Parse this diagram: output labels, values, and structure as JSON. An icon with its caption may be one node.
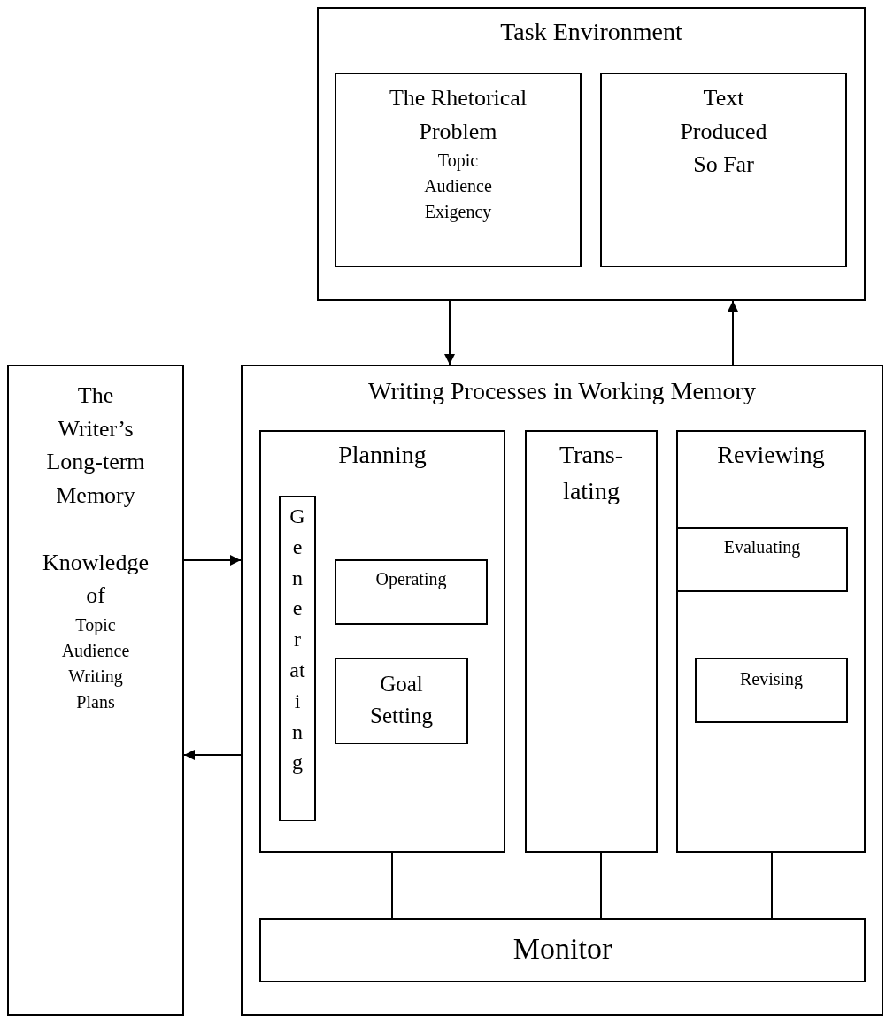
{
  "diagram": {
    "nodes": [
      {
        "text": [
          "Task Environment"
        ]
      },
      {
        "text": [
          "The Rhetorical Problem",
          "Topic",
          "Audience",
          "Exigency"
        ],
        "in": 0
      },
      {
        "text": [
          "Text Produced So Far"
        ],
        "in": 0
      },
      {
        "text": [
          "The Writer’s Long-term Memory",
          "Knowledge of",
          "Topic",
          "Audience",
          "Writing Plans"
        ]
      },
      {
        "text": [
          "Writing Processes in Working Memory"
        ]
      },
      {
        "text": [
          "Planning"
        ],
        "in": 4
      },
      {
        "text": [
          "Generating"
        ],
        "in": 5
      },
      {
        "text": [
          "Operating"
        ],
        "in": 5
      },
      {
        "text": [
          "Goal Setting"
        ],
        "in": 5
      },
      {
        "text": [
          "Trans- lating"
        ],
        "in": 4
      },
      {
        "text": [
          "Reviewing"
        ],
        "in": 4
      },
      {
        "text": [
          "Evaluating"
        ],
        "in": 10
      },
      {
        "text": [
          "Revising"
        ],
        "in": 10
      },
      {
        "text": [
          "Monitor"
        ],
        "in": 4
      }
    ],
    "edges": [
      {
        "from": 0,
        "to": 4,
        "arrow": "to"
      },
      {
        "from": 4,
        "to": 0,
        "arrow": "to"
      },
      {
        "from": 3,
        "to": 4,
        "arrow": "to"
      },
      {
        "from": 4,
        "to": 3,
        "arrow": "to"
      },
      {
        "from": 5,
        "to": 13,
        "arrow": "none"
      },
      {
        "from": 9,
        "to": 13,
        "arrow": "none"
      },
      {
        "from": 10,
        "to": 13,
        "arrow": "none"
      }
    ]
  }
}
